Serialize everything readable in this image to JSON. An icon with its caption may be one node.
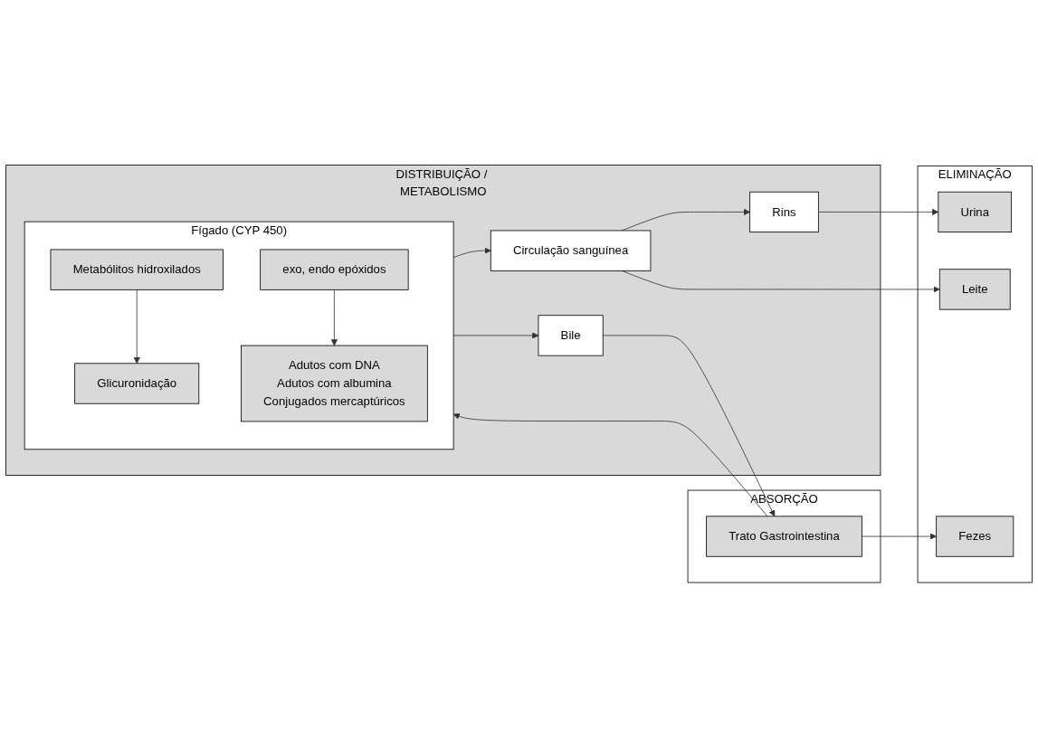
{
  "diagram": {
    "nodes": [
      {
        "text": [
          "ABSORÇÃO"
        ]
      },
      {
        "text": [
          "Trato Gastrointestina"
        ],
        "in": 0
      },
      {
        "text": [
          "DISTRIBUIÇÃO / METABOLISMO"
        ]
      },
      {
        "text": [
          "Rins"
        ],
        "in": 2
      },
      {
        "text": [
          "Circulação sanguínea"
        ],
        "in": 2
      },
      {
        "text": [
          "Fígado (CYP 450)"
        ],
        "in": 2
      },
      {
        "text": [
          "Metabólitos hidroxilados"
        ],
        "in": 5
      },
      {
        "text": [
          "Glicuronidação"
        ],
        "in": 5
      },
      {
        "text": [
          "exo, endo epóxidos"
        ],
        "in": 5
      },
      {
        "text": [
          "Adutos com DNA",
          "Adutos com albumina",
          "Conjugados mercaptúricos"
        ],
        "in": 5
      },
      {
        "text": [
          "Bile"
        ],
        "in": 2
      },
      {
        "text": [
          "ELIMINAÇÃO"
        ]
      },
      {
        "text": [
          "Urina"
        ],
        "in": 11
      },
      {
        "text": [
          "Leite"
        ],
        "in": 11
      },
      {
        "text": [
          "Fezes"
        ],
        "in": 11
      }
    ],
    "edges": [
      {
        "from": 1,
        "to": 5,
        "arrow": "to"
      },
      {
        "from": 5,
        "to": 4,
        "arrow": "to"
      },
      {
        "from": 4,
        "to": 3,
        "arrow": "to"
      },
      {
        "from": 3,
        "to": 12,
        "arrow": "to"
      },
      {
        "from": 4,
        "to": 13,
        "arrow": "to"
      },
      {
        "from": 6,
        "to": 7,
        "arrow": "to"
      },
      {
        "from": 8,
        "to": 9,
        "arrow": "to"
      },
      {
        "from": 5,
        "to": 10,
        "arrow": "to"
      },
      {
        "from": 10,
        "to": 1,
        "arrow": "to"
      },
      {
        "from": 1,
        "to": 14,
        "arrow": "to"
      }
    ]
  }
}
